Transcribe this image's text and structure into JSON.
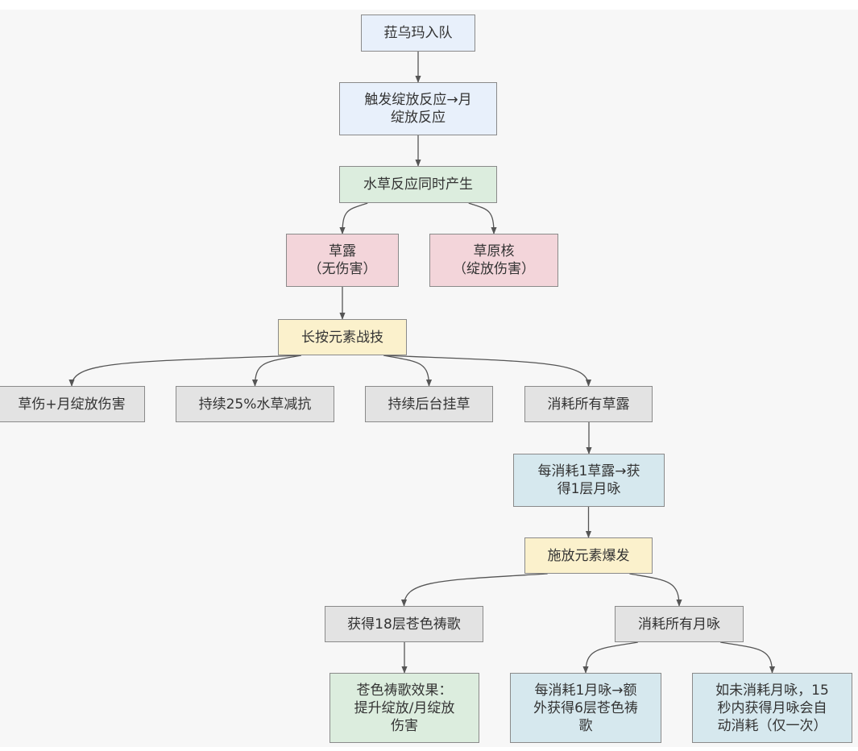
{
  "diagram": {
    "type": "flowchart",
    "colors": {
      "start": "#e8f0fb",
      "reaction": "#dcedde",
      "product": "#f3d5da",
      "action": "#fbf1cc",
      "effect": "#e3e3e3",
      "detail": "#d6e8ee",
      "edge": "#555555",
      "background": "#f7f7f7"
    },
    "nodes": {
      "n1": "菈乌玛入队",
      "n2": "触发绽放反应→月\n绽放反应",
      "n3": "水草反应同时产生",
      "n4": "草露\n（无伤害）",
      "n5": "草原核\n（绽放伤害）",
      "n6": "长按元素战技",
      "n7": "草伤+月绽放伤害",
      "n8": "持续25%水草减抗",
      "n9": "持续后台挂草",
      "n10": "消耗所有草露",
      "n11": "每消耗1草露→获\n得1层月咏",
      "n12": "施放元素爆发",
      "n13": "获得18层苍色祷歌",
      "n14": "消耗所有月咏",
      "n15": "苍色祷歌效果：\n提升绽放/月绽放\n伤害",
      "n16": "每消耗1月咏→额\n外获得6层苍色祷\n歌",
      "n17": "如未消耗月咏，15\n秒内获得月咏会自\n动消耗（仅一次）"
    },
    "edges": [
      [
        "n1",
        "n2"
      ],
      [
        "n2",
        "n3"
      ],
      [
        "n3",
        "n4"
      ],
      [
        "n3",
        "n5"
      ],
      [
        "n4",
        "n6"
      ],
      [
        "n6",
        "n7"
      ],
      [
        "n6",
        "n8"
      ],
      [
        "n6",
        "n9"
      ],
      [
        "n6",
        "n10"
      ],
      [
        "n10",
        "n11"
      ],
      [
        "n11",
        "n12"
      ],
      [
        "n12",
        "n13"
      ],
      [
        "n12",
        "n14"
      ],
      [
        "n13",
        "n15"
      ],
      [
        "n14",
        "n16"
      ],
      [
        "n14",
        "n17"
      ]
    ]
  }
}
